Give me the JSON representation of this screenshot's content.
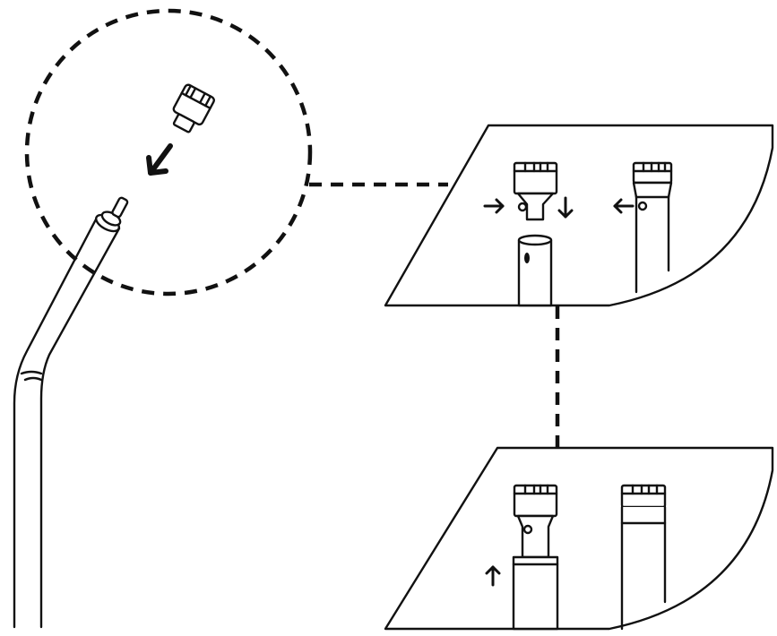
{
  "diagram": {
    "kind": "instructional-illustration",
    "description_visible_text": "",
    "colors": {
      "ink": "#111111",
      "paper": "#ffffff"
    },
    "elements": {
      "pole": {
        "icon": "bent-pole-icon"
      },
      "cap": {
        "icon": "slotted-cap-icon"
      },
      "direction_arrows": [
        "down-left-arrow",
        "right-arrow",
        "down-arrow",
        "left-arrow",
        "up-arrow"
      ],
      "panels": [
        "detail-panel-top",
        "detail-panel-bottom"
      ]
    }
  }
}
